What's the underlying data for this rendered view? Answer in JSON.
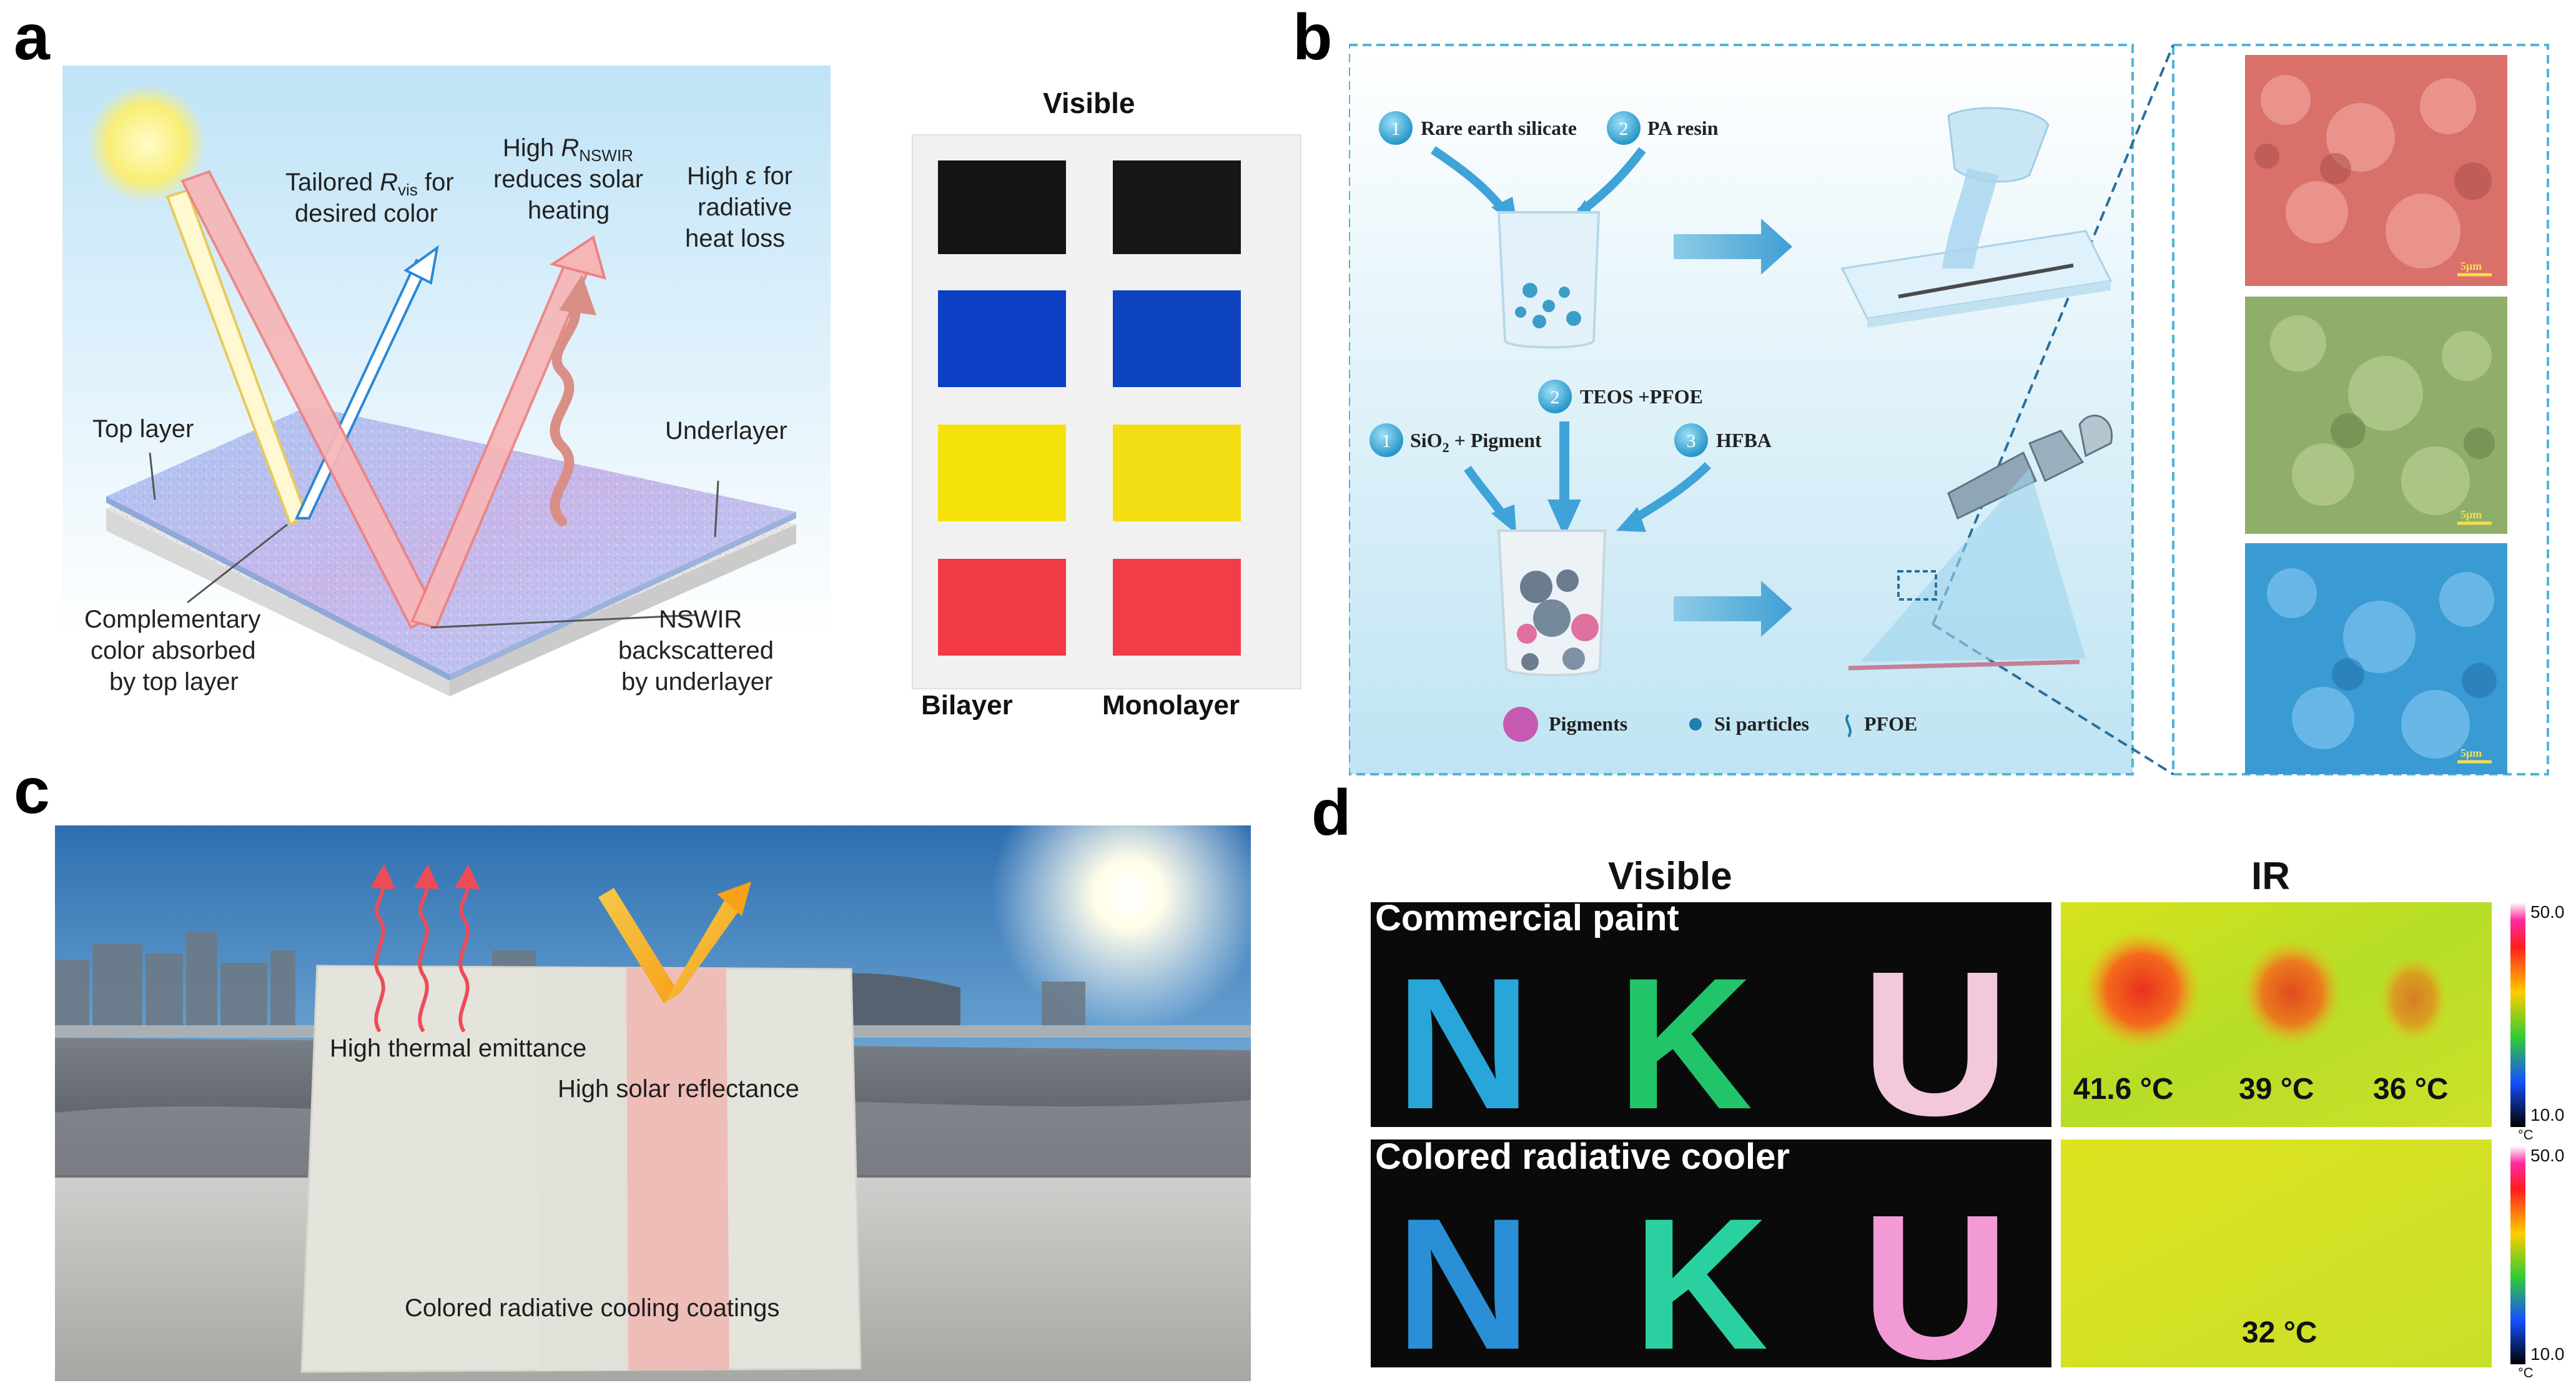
{
  "panels": {
    "a": {
      "letter": "a",
      "labels": {
        "tailored_pre": "Tailored ",
        "tailored_sub_var": "R",
        "tailored_sub": "vis",
        "tailored_post": " for",
        "tailored_line2": "desired color",
        "high_r_pre": "High ",
        "high_r_var": "R",
        "high_r_sub": "NSWIR",
        "high_r_line2": "reduces solar",
        "high_r_line3": "heating",
        "high_e_line1": "High ε for",
        "high_e_line2": "radiative",
        "high_e_line3": "heat loss",
        "top_layer": "Top layer",
        "underlayer": "Underlayer",
        "complementary_1": "Complementary",
        "complementary_2": "color absorbed",
        "complementary_3": "by top layer",
        "nswir_1": "NSWIR",
        "nswir_2": "backscattered",
        "nswir_3": "by underlayer"
      },
      "swatch_panel": {
        "title": "Visible",
        "col_left": "Bilayer",
        "col_right": "Monolayer",
        "swatch_colors": [
          "#141414",
          "#0c3fc4",
          "#f5e20a",
          "#f23a44"
        ]
      }
    },
    "b": {
      "letter": "b",
      "step1_num": "1",
      "step1": "Rare earth silicate",
      "step2_num": "2",
      "step2": "PA resin",
      "step3_num": "2",
      "step3": "TEOS +PFOE",
      "step4_num": "1",
      "step4_pre": "SiO",
      "step4_sub": "2",
      "step4_post": " + Pigment",
      "step5_num": "3",
      "step5": "HFBA",
      "legend_pigments": "Pigments",
      "legend_si": "Si particles",
      "legend_pfoe": "PFOE",
      "scale_bar": "5μm",
      "sem_colors": [
        "#d9706a",
        "#8fae6a",
        "#3a9ad3"
      ]
    },
    "c": {
      "letter": "c",
      "thermal": "High thermal emittance",
      "solar": "High solar reflectance",
      "coatings": "Colored radiative cooling coatings"
    },
    "d": {
      "letter": "d",
      "visible": "Visible",
      "ir": "IR",
      "row1_label": "Commercial paint",
      "row2_label": "Colored radiative cooler",
      "letters": [
        "N",
        "K",
        "U"
      ],
      "temps_row1": [
        "41.6 °C",
        "39 °C",
        "36 °C"
      ],
      "temp_row2": "32 °C",
      "scale_max": "50.0",
      "scale_min": "10.0",
      "scale_unit": "°C"
    }
  }
}
